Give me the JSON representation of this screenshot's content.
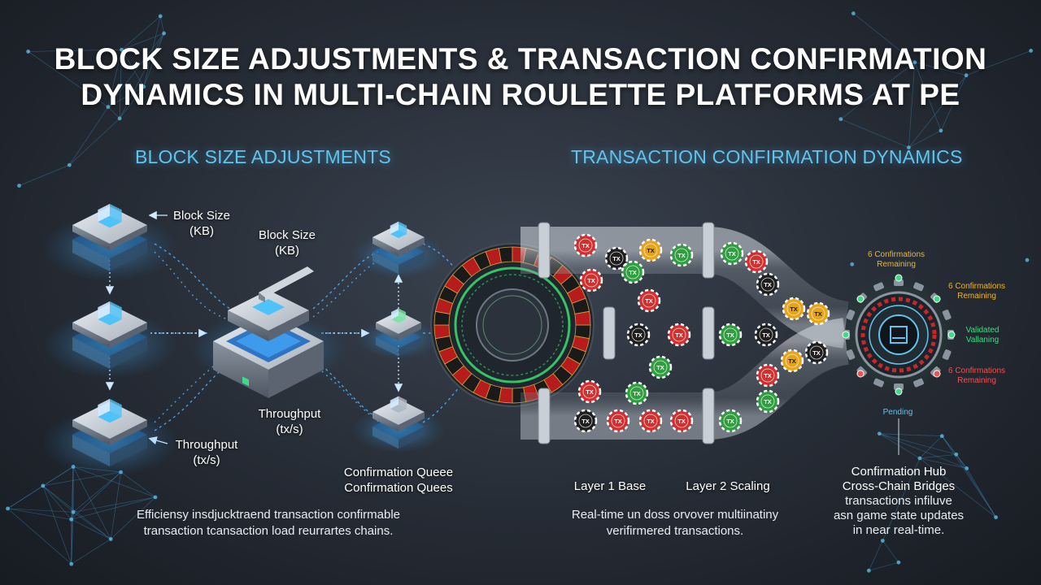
{
  "header": {
    "title_line1": "BLOCK SIZE ADJUSTMENTS & TRANSACTION CONFIRMATION",
    "title_line2": "DYNAMICS IN MULTI-CHAIN ROULETTE PLATFORMS AT PE"
  },
  "left_section": {
    "heading": "BLOCK SIZE ADJUSTMENTS",
    "label_block_size_1": "Block Size",
    "label_block_size_1_unit": "(KB)",
    "label_block_size_2": "Block Size",
    "label_block_size_2_unit": "(KB)",
    "label_throughput_1": "Throughput",
    "label_throughput_1_unit": "(tx/s)",
    "label_throughput_2": "Throughput",
    "label_throughput_2_unit": "(tx/s)",
    "label_queue_1": "Confirmation Queee",
    "label_queue_2": "Confirmation Quees",
    "caption_line1": "Efficiensy insdjucktraend transaction confirmable",
    "caption_line2": "transaction tcansaction load reurrartes chains."
  },
  "right_section": {
    "heading": "TRANSACTION CONFIRMATION DYNAMICS",
    "label_layer1": "Layer 1 Base",
    "label_layer2": "Layer 2 Scaling",
    "caption_line1": "Real-time un doss orvover multiinatiny",
    "caption_line2": "verifirmered transactions.",
    "hub_title": "Confirmation Hub",
    "hub_subtitle": "Cross-Chain Bridges",
    "hub_line1": "transactions infiluve",
    "hub_line2": "asn game state updates",
    "hub_line3": "in near real-time.",
    "statuses": [
      {
        "line1": "6 Confirmations",
        "line2": "Remaining",
        "color": "#f0b429"
      },
      {
        "line1": "6 Confirmations",
        "line2": "Remaining",
        "color": "#f0b429"
      },
      {
        "line1": "Validated",
        "line2": "Vallaning",
        "color": "#3ddc84"
      },
      {
        "line1": "6 Confirmations",
        "line2": "Remaining",
        "color": "#ef5350"
      },
      {
        "line1": "Pending",
        "line2": "",
        "color": "#5fc4ee"
      }
    ]
  },
  "chips": {
    "label": "TX",
    "colors": {
      "red": "#d32f2f",
      "green": "#2e9e3e",
      "black": "#1e1e1e",
      "gold": "#e8a317"
    }
  },
  "icons": [
    "block-server-icon",
    "arrow-icon",
    "poker-chip-icon",
    "roulette-wheel-icon",
    "pipeline-icon",
    "bitcoin-icon",
    "ethereum-icon",
    "confirmation-hub-icon"
  ]
}
